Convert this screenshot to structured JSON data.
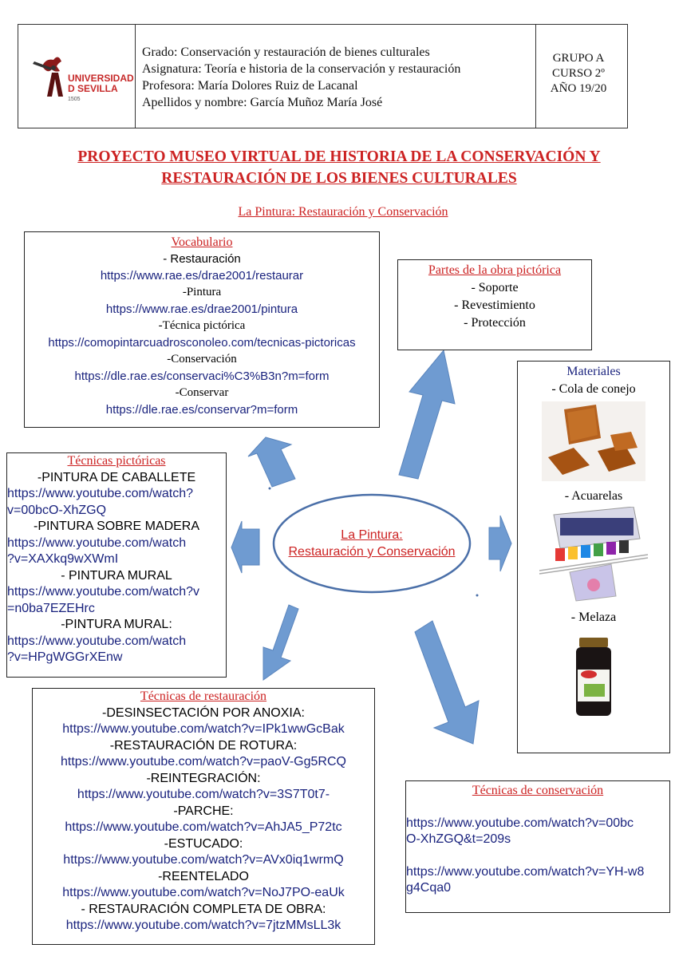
{
  "header": {
    "logo_line1": "UNIVERSIDAD",
    "logo_line2": "D SEVILLA",
    "logo_year": "1505",
    "info": [
      "Grado: Conservación y restauración de bienes culturales",
      "Asignatura: Teoría e historia de la conservación y restauración",
      "Profesora: María Dolores Ruiz de Lacanal",
      "Apellidos y nombre: García Muñoz María José"
    ],
    "group": [
      "GRUPO A",
      "CURSO 2º",
      "AÑO 19/20"
    ]
  },
  "title_line1": "PROYECTO  MUSEO VIRTUAL DE HISTORIA DE LA CONSERVACIÓN Y",
  "title_line2": "RESTAURACIÓN DE LOS BIENES CULTURALES",
  "subtitle": "La Pintura: Restauración y Conservación",
  "center": {
    "line1": "La Pintura:",
    "line2": "Restauración y Conservación"
  },
  "vocabulario": {
    "heading": "Vocabulario",
    "items": [
      {
        "term": "- Restauración",
        "url": "https://www.rae.es/drae2001/restaurar"
      },
      {
        "term": "-Pintura",
        "url": "https://www.rae.es/drae2001/pintura"
      },
      {
        "term": "-Técnica pictórica",
        "url": "https://comopintarcuadrosconoleo.com/tecnicas-pictoricas"
      },
      {
        "term": "-Conservación",
        "url": "https://dle.rae.es/conservaci%C3%B3n?m=form"
      },
      {
        "term": "-Conservar",
        "url": "https://dle.rae.es/conservar?m=form"
      }
    ]
  },
  "partes": {
    "heading": "Partes de la obra pictórica",
    "items": [
      "- Soporte",
      "- Revestimiento",
      "- Protección"
    ]
  },
  "materiales": {
    "heading": "Materiales",
    "items": [
      "- Cola de conejo",
      "- Acuarelas",
      "- Melaza"
    ]
  },
  "tecnicas_pictoricas": {
    "heading": "Técnicas pictóricas",
    "items": [
      {
        "term": "-PINTURA DE CABALLETE",
        "url1": "https://www.youtube.com/watch?",
        "url2": "v=00bcO-XhZGQ"
      },
      {
        "term": "-PINTURA SOBRE MADERA",
        "url1": "https://www.youtube.com/watch",
        "url2": "?v=XAXkq9wXWmI"
      },
      {
        "term": "- PINTURA MURAL",
        "url1": "https://www.youtube.com/watch?v",
        "url2": "=n0ba7EZEHrc"
      },
      {
        "term": "-PINTURA MURAL:",
        "url1": "https://www.youtube.com/watch",
        "url2": "?v=HPgWGGrXEnw"
      }
    ]
  },
  "tecnicas_restauracion": {
    "heading": "Técnicas de restauración",
    "items": [
      {
        "term": "-DESINSECTACIÓN POR ANOXIA:",
        "url": "https://www.youtube.com/watch?v=IPk1wwGcBak"
      },
      {
        "term": "-RESTAURACIÓN DE ROTURA:",
        "url": "https://www.youtube.com/watch?v=paoV-Gg5RCQ"
      },
      {
        "term": "-REINTEGRACIÓN:",
        "url": "https://www.youtube.com/watch?v=3S7T0t7-"
      },
      {
        "term": "-PARCHE:",
        "url": "https://www.youtube.com/watch?v=AhJA5_P72tc"
      },
      {
        "term": "-ESTUCADO:",
        "url": "https://www.youtube.com/watch?v=AVx0iq1wrmQ"
      },
      {
        "term": "-REENTELADO",
        "url": "https://www.youtube.com/watch?v=NoJ7PO-eaUk"
      },
      {
        "term": "- RESTAURACIÓN COMPLETA DE OBRA:",
        "url": "https://www.youtube.com/watch?v=7jtzMMsLL3k"
      }
    ]
  },
  "tecnicas_conservacion": {
    "heading": "Técnicas de conservación",
    "links": [
      {
        "line1": "https://www.youtube.com/watch?v=00bc",
        "line2": "O-XhZGQ&t=209s"
      },
      {
        "line1": "https://www.youtube.com/watch?v=YH-w8",
        "line2": "g4Cqa0"
      }
    ]
  },
  "colors": {
    "accent_red": "#cc2222",
    "link_navy": "#1a237e",
    "arrow_blue": "#6f9bd1",
    "ellipse_stroke": "#4a6fa8"
  }
}
